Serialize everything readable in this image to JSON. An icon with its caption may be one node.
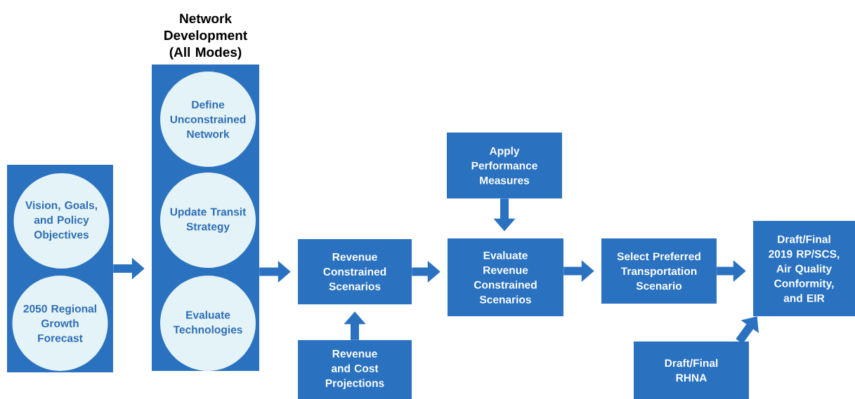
{
  "diagram": {
    "nodes": [
      {
        "text": [],
        "shape": "box"
      },
      {
        "text": [
          "Vision, Goals, and Policy Objectives"
        ],
        "in": 0
      },
      {
        "text": [
          "2050 Regional Growth Forecast"
        ],
        "in": 0
      },
      {
        "text": [
          "Network Development (All Modes)"
        ]
      },
      {
        "text": [
          "Define Unconstrained Network"
        ],
        "in": 3
      },
      {
        "text": [
          "Update Transit Strategy"
        ],
        "in": 3
      },
      {
        "text": [
          "Evaluate Technologies"
        ],
        "in": 3
      },
      {
        "text": [
          "Revenue Constrained Scenarios"
        ]
      },
      {
        "text": [
          "Revenue and Cost Projections"
        ]
      },
      {
        "text": [
          "Apply Performance Measures"
        ]
      },
      {
        "text": [
          "Evaluate Revenue Constrained Scenarios"
        ]
      },
      {
        "text": [
          "Select Preferred Transportation Scenario"
        ]
      },
      {
        "text": [
          "Draft/Final 2019 RP/SCS, Air Quality Conformity, and EIR"
        ]
      },
      {
        "text": [
          "Draft/Final RHNA"
        ]
      }
    ],
    "edges": [
      {
        "from": 0,
        "to": 3,
        "arrow": "to"
      },
      {
        "from": 3,
        "to": 7,
        "arrow": "to"
      },
      {
        "from": 8,
        "to": 7,
        "arrow": "to"
      },
      {
        "from": 7,
        "to": 10,
        "arrow": "to"
      },
      {
        "from": 9,
        "to": 10,
        "arrow": "to"
      },
      {
        "from": 10,
        "to": 11,
        "arrow": "to"
      },
      {
        "from": 11,
        "to": 12,
        "arrow": "to"
      },
      {
        "from": 13,
        "to": 12,
        "arrow": "to"
      }
    ]
  }
}
